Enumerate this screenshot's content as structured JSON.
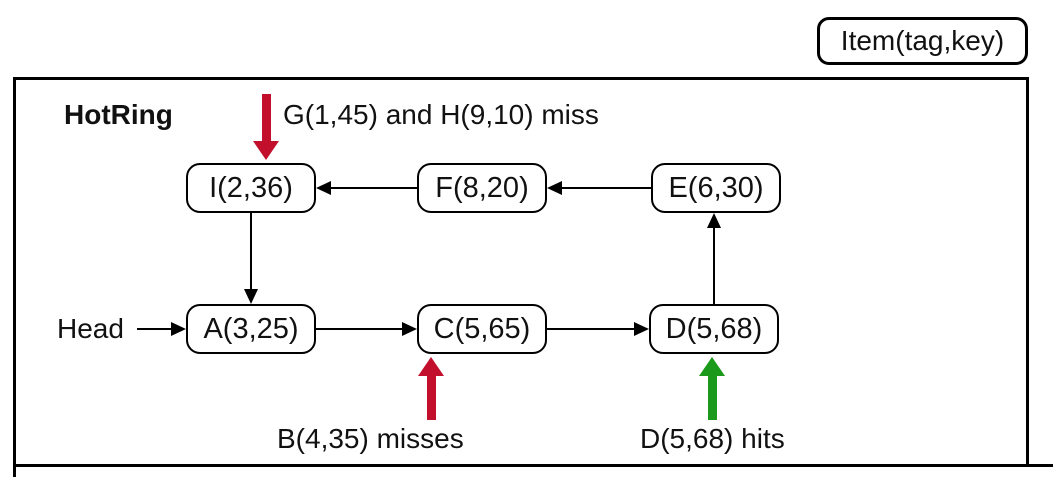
{
  "legend": {
    "label": "Item(tag,key)"
  },
  "diagram": {
    "title": "HotRing",
    "head_label": "Head",
    "nodes": [
      {
        "id": "I",
        "label": "I(2,36)"
      },
      {
        "id": "F",
        "label": "F(8,20)"
      },
      {
        "id": "E",
        "label": "E(6,30)"
      },
      {
        "id": "A",
        "label": "A(3,25)"
      },
      {
        "id": "C",
        "label": "C(5,65)"
      },
      {
        "id": "D",
        "label": "D(5,68)"
      }
    ],
    "edges": [
      "Head -> A(3,25)",
      "A(3,25) -> C(5,65)",
      "C(5,65) -> D(5,68)",
      "D(5,68) -> E(6,30)",
      "E(6,30) -> F(8,20)",
      "F(8,20) -> I(2,36)",
      "I(2,36) -> A(3,25)"
    ],
    "annotations": [
      {
        "text": "G(1,45) and H(9,10) miss",
        "type": "miss",
        "target": "I(2,36)"
      },
      {
        "text": "B(4,35) misses",
        "type": "miss",
        "target": "C(5,65)"
      },
      {
        "text": "D(5,68) hits",
        "type": "hit",
        "target": "D(5,68)"
      }
    ],
    "colors": {
      "miss_arrow": "#c2102c",
      "hit_arrow": "#1a991a",
      "line": "#000000",
      "text": "#111111"
    }
  }
}
